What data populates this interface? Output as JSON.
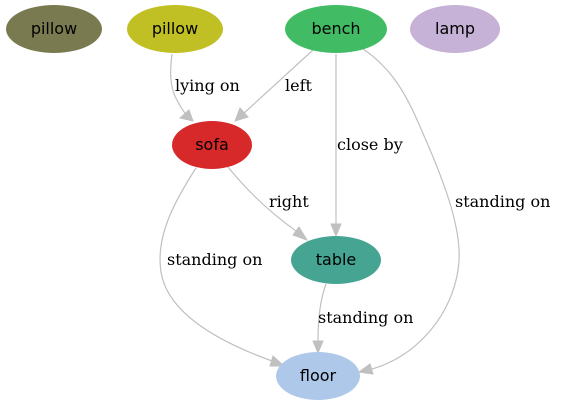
{
  "nodes": {
    "pillow_1": {
      "label": "pillow",
      "color": "#7a7a50"
    },
    "pillow_2": {
      "label": "pillow",
      "color": "#c0bf23"
    },
    "bench": {
      "label": "bench",
      "color": "#42bc64"
    },
    "lamp": {
      "label": "lamp",
      "color": "#c5b2d6"
    },
    "sofa": {
      "label": "sofa",
      "color": "#d7282a"
    },
    "table": {
      "label": "table",
      "color": "#46a493"
    },
    "floor": {
      "label": "floor",
      "color": "#adc8e9"
    }
  },
  "edges": {
    "pillow_sofa": {
      "from": "pillow",
      "to": "sofa",
      "label": "lying on"
    },
    "bench_sofa": {
      "from": "bench",
      "to": "sofa",
      "label": "left"
    },
    "bench_table": {
      "from": "bench",
      "to": "table",
      "label": "close by"
    },
    "bench_floor": {
      "from": "bench",
      "to": "floor",
      "label": "standing on"
    },
    "sofa_table": {
      "from": "sofa",
      "to": "table",
      "label": "right"
    },
    "sofa_floor": {
      "from": "sofa",
      "to": "floor",
      "label": "standing on"
    },
    "table_floor": {
      "from": "table",
      "to": "floor",
      "label": "standing on"
    }
  },
  "colors": {
    "edge": "#c0c0c0",
    "background": "#ffffff"
  }
}
